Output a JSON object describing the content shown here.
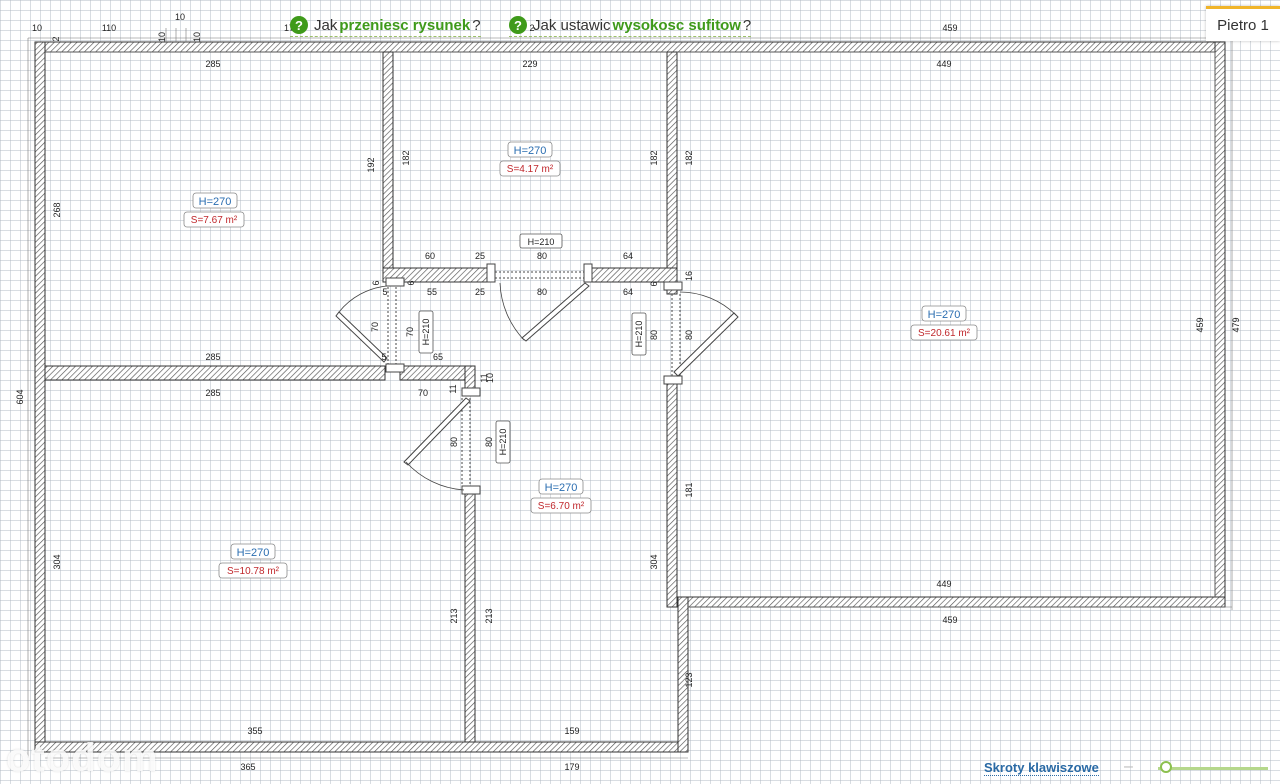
{
  "help_links": [
    {
      "prefix": "Jak",
      "highlight": "przeniesc rysunek",
      "suffix": "?"
    },
    {
      "prefix": "Jak ustawic",
      "highlight": "wysokosc sufitow",
      "suffix": "?"
    }
  ],
  "floor_tab": "Pietro 1",
  "shortcuts_label": "Skroty klawiszowe",
  "zoom_minus": "–",
  "watermark": "otodom",
  "rooms": [
    {
      "h": "H=270",
      "s": "S=7.67 m²"
    },
    {
      "h": "H=270",
      "s": "S=4.17 m²"
    },
    {
      "h": "H=270",
      "s": "S=20.61 m²"
    },
    {
      "h": "H=270",
      "s": "S=10.78 m²"
    },
    {
      "h": "H=270",
      "s": "S=6.70 m²"
    }
  ],
  "doors": {
    "d1": "H=210",
    "d2": "H=210",
    "d3": "H=210",
    "d4": "H=210"
  },
  "dims": {
    "t10a": "10",
    "t110": "110",
    "t10b": "10",
    "t17": "17",
    "t2a": "2",
    "t2b": "2",
    "t10c": "10",
    "t10d": "10",
    "top459": "459",
    "r1_285t": "285",
    "r2_229": "229",
    "r3_449t": "449",
    "r1_268": "268",
    "r1_192": "192",
    "r2_182l": "182",
    "r2_182r": "182",
    "r3_182": "182",
    "c60": "60",
    "c25a": "25",
    "c80a": "80",
    "c64a": "64",
    "c16": "16",
    "c6a": "6",
    "c5a": "5",
    "c6b": "6",
    "c55": "55",
    "c25b": "25",
    "c80b": "80",
    "c64b": "64",
    "c6c": "6",
    "c70a": "70",
    "c70b": "70",
    "c80c": "80",
    "c80d": "80",
    "r1_285b": "285",
    "c5b": "5",
    "c65": "65",
    "r4_285": "285",
    "c70c": "70",
    "c11": "11",
    "c11b": "11",
    "c10e": "10",
    "c80e": "80",
    "c80f": "80",
    "r3_459": "459",
    "outer479": "479",
    "outer604": "604",
    "c181": "181",
    "r4_304": "304",
    "c304": "304",
    "c213a": "213",
    "c213b": "213",
    "r3_449b": "449",
    "bot459": "459",
    "c123": "123",
    "r4_355": "355",
    "r5_159": "159",
    "b365": "365",
    "b179": "179"
  }
}
